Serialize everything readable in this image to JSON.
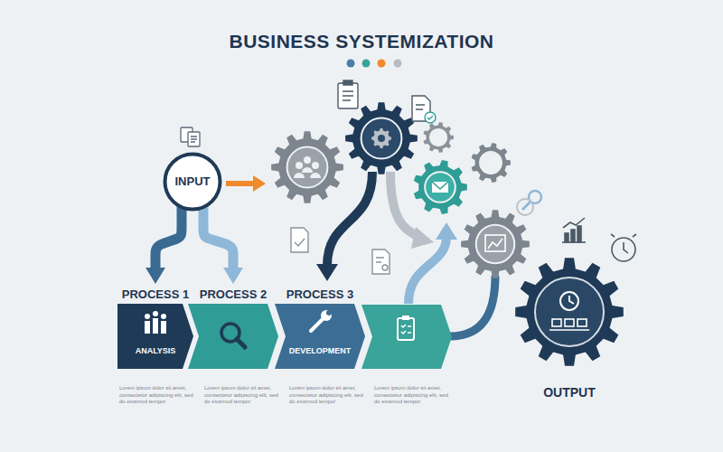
{
  "diagram": {
    "title": "BUSINESS SYSTEMIZATION",
    "nodes": [
      {
        "text": [
          "INPUT"
        ]
      },
      {
        "text": [
          "PROCESS 1",
          "ANALYSIS"
        ]
      },
      {
        "text": [
          "PROCESS 2"
        ]
      },
      {
        "text": [
          "PROCESS 3",
          "DEVELOPMENT"
        ]
      },
      {
        "text": [
          "OUTPUT"
        ]
      }
    ],
    "edges": [
      {
        "from": 0,
        "to": 1,
        "arrow": "to"
      },
      {
        "from": 0,
        "to": 2,
        "arrow": "to"
      }
    ],
    "labels": [
      "Lorem ipsum dolor sit amet, consectetur adipiscing elit, sed do eiusmod tempor",
      "Lorem ipsum dolor sit amet, consectetur adipiscing elit, sed do eiusmod tempor",
      "Lorem ipsum dolor sit amet, consectetur adipiscing elit, sed do eiusmod tempor",
      "Lorem ipsum dolor sit amet, consectetur adipiscing elit, sed do eiusmod tempor"
    ]
  }
}
